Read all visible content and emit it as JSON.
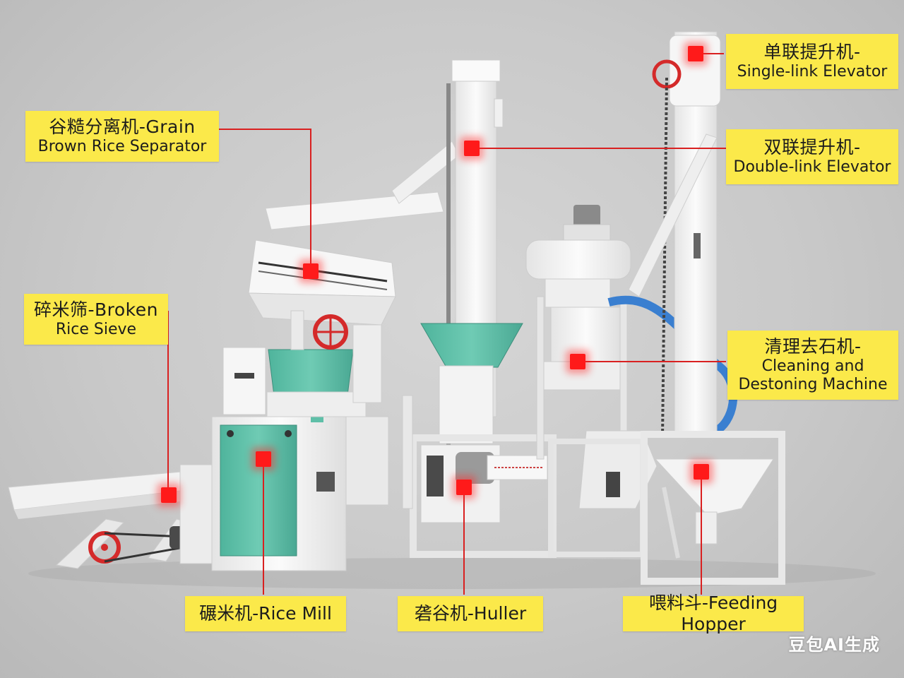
{
  "labels": {
    "grain_separator": {
      "line1": "谷糙分离机-Grain",
      "line2": "Brown Rice Separator"
    },
    "broken_sieve": {
      "line1": "碎米筛-Broken",
      "line2": "Rice Sieve"
    },
    "single_elevator": {
      "line1": "单联提升机-",
      "line2": "Single-link Elevator"
    },
    "double_elevator": {
      "line1": "双联提升机-",
      "line2": "Double-link Elevator"
    },
    "cleaning": {
      "line1": "清理去石机-",
      "line2": "Cleaning and",
      "line3": "Destoning Machine"
    },
    "rice_mill": "碾米机-Rice Mill",
    "huller": "砻谷机-Huller",
    "feeding_hopper": "喂料斗-Feeding Hopper"
  },
  "watermark": "豆包AI生成",
  "colors": {
    "label_bg": "#fbe94a",
    "leader_line": "#d92020",
    "marker": "#ff1a1a",
    "machine_white": "#f4f4f4",
    "panel_teal": "#5fbfa8",
    "wheel_red": "#d42a2a",
    "hose_blue": "#3a7fd0"
  }
}
